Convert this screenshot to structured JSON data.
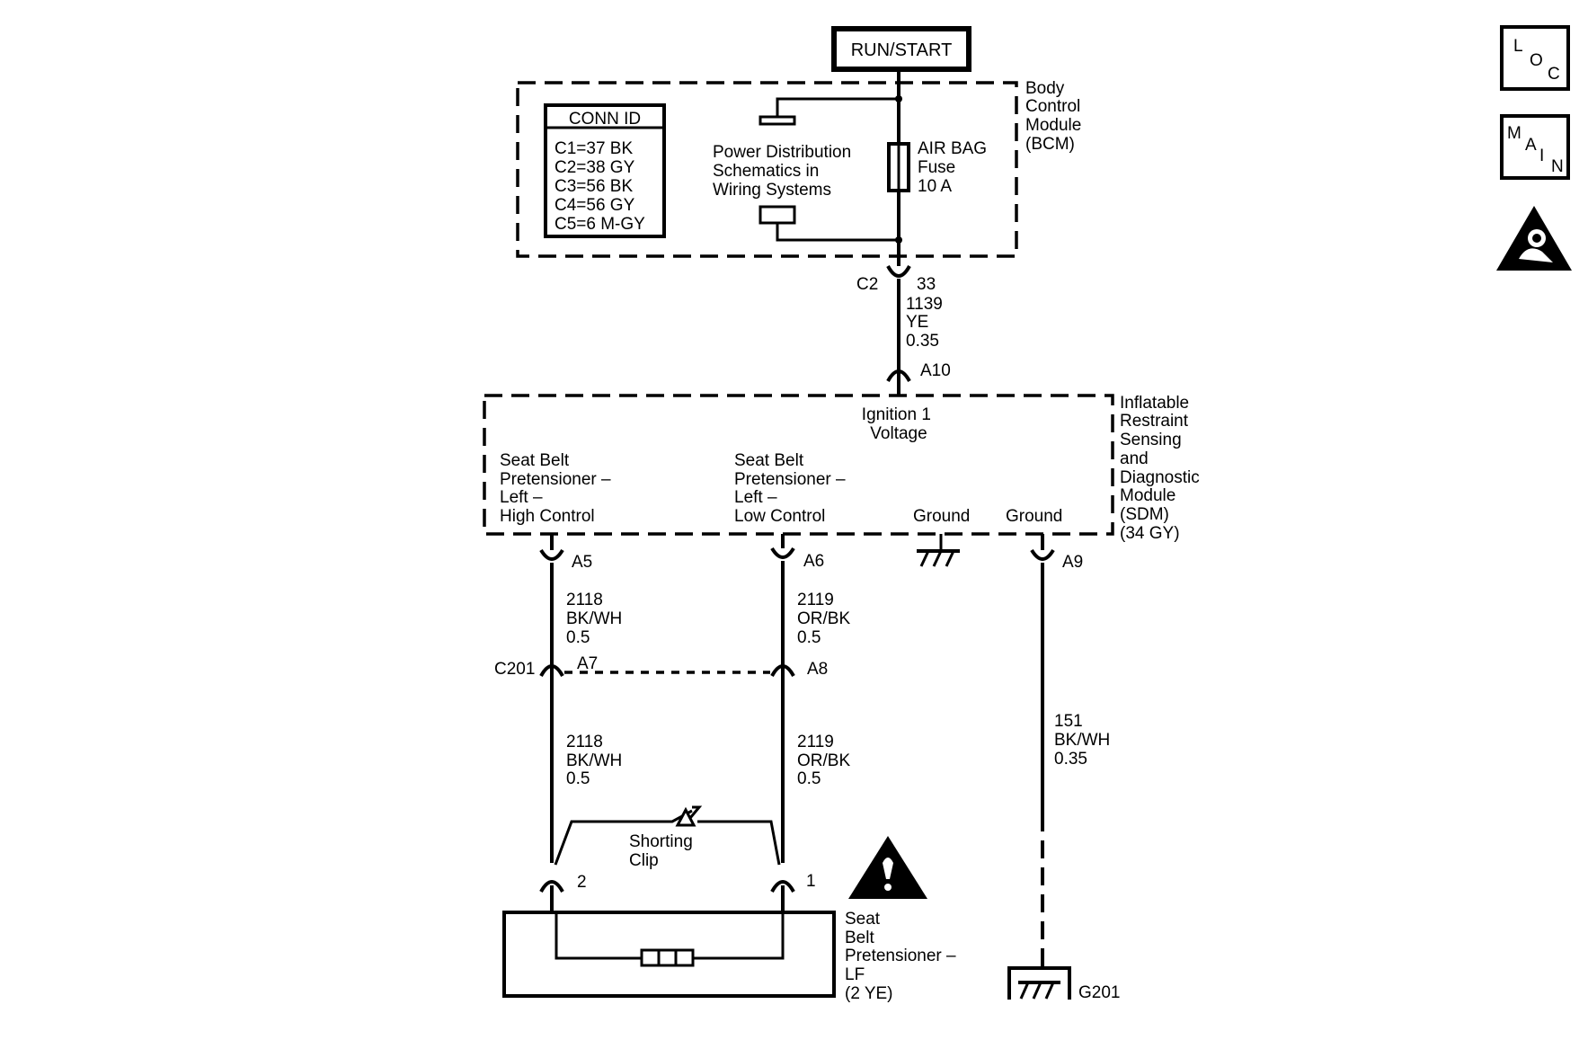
{
  "power_source": {
    "label": "RUN/START"
  },
  "conn_id": {
    "title": "CONN ID",
    "entries": [
      "C1=37 BK",
      "C2=38 GY",
      "C3=56 BK",
      "C4=56 GY",
      "C5=6 M-GY"
    ]
  },
  "bcm": {
    "name_lines": [
      "Body",
      "Control",
      "Module",
      "(BCM)"
    ],
    "power_dist_lines": [
      "Power Distribution",
      "Schematics in",
      "Wiring Systems"
    ],
    "fuse_lines": [
      "AIR BAG",
      "Fuse",
      "10 A"
    ]
  },
  "bcm_connector": {
    "id": "C2",
    "pin": "33"
  },
  "wire_1139": [
    "1139",
    "YE",
    "0.35"
  ],
  "sdm_pin_a10": "A10",
  "sdm": {
    "name_lines": [
      "Inflatable",
      "Restraint",
      "Sensing",
      "and",
      "Diagnostic",
      "Module",
      "(SDM)",
      "(34 GY)"
    ],
    "ignition_lines": [
      "Ignition 1",
      "Voltage"
    ],
    "high_control_lines": [
      "Seat Belt",
      "Pretensioner –",
      "Left –",
      "High Control"
    ],
    "low_control_lines": [
      "Seat Belt",
      "Pretensioner –",
      "Left –",
      "Low Control"
    ],
    "ground_1": "Ground",
    "ground_2": "Ground"
  },
  "pins": {
    "a5": "A5",
    "a6": "A6",
    "a9": "A9",
    "a7": "A7",
    "a8": "A8",
    "p2": "2",
    "p1": "1"
  },
  "wire_2118_upper": [
    "2118",
    "BK/WH",
    "0.5"
  ],
  "wire_2119_upper": [
    "2119",
    "OR/BK",
    "0.5"
  ],
  "wire_2118_lower": [
    "2118",
    "BK/WH",
    "0.5"
  ],
  "wire_2119_lower": [
    "2119",
    "OR/BK",
    "0.5"
  ],
  "wire_151": [
    "151",
    "BK/WH",
    "0.35"
  ],
  "connector_c201": "C201",
  "shorting_clip_lines": [
    "Shorting",
    "Clip"
  ],
  "pretensioner_lines": [
    "Seat",
    "Belt",
    "Pretensioner –",
    "LF",
    "(2 YE)"
  ],
  "ground_g201": "G201",
  "nav": {
    "loc": [
      "L",
      "O",
      "C"
    ],
    "main": [
      "M",
      "A",
      "I",
      "N"
    ],
    "airbag_icon": "airbag-warning-icon",
    "caution_icon": "caution-triangle-icon"
  }
}
